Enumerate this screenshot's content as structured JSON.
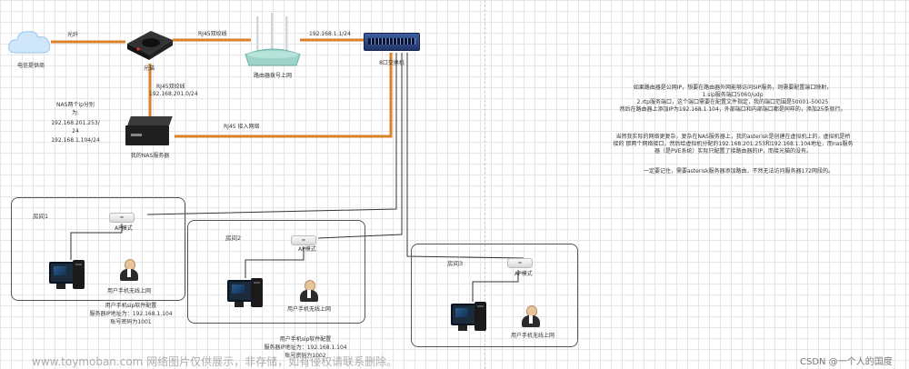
{
  "nodes": {
    "isp": {
      "label": "电信提供商"
    },
    "modem": {
      "label": "光猫"
    },
    "wifi_router": {
      "label": "路由器拨号上网"
    },
    "switch": {
      "label": "8口交换机"
    },
    "nas": {
      "label": "我的NAS服务器"
    }
  },
  "links": {
    "fiber": "光纤",
    "rj45_twisted_top": "RJ45双绞线",
    "subnet_1": "192.168.1.1/24",
    "rj45_twisted_mid": "RJ45双绞线",
    "subnet_201": "192.168.201.0/24",
    "rj45_into_network": "RJ45    接入网络"
  },
  "nas_ip_note": [
    "NAS两个ip分别",
    "为:",
    "192.168.201.253/",
    "24",
    "192.168.1.104/24"
  ],
  "rooms": [
    {
      "label": "房间1",
      "ap_label": "AP模式",
      "phone_label": "用户手机无线上网",
      "caption": [
        "用户手机sip软件配置",
        "服务器IP地址为：192.168.1.104",
        "账号密码为1001"
      ]
    },
    {
      "label": "房间2",
      "ap_label": "AP模式",
      "phone_label": "用户手机无线上网",
      "caption": [
        "用户手机sip软件配置",
        "服务器IP地址为：192.168.1.104",
        "账号密码为1002"
      ]
    },
    {
      "label": "房间3",
      "ap_label": "AP模式",
      "phone_label": "用户手机无线上网",
      "caption": []
    }
  ],
  "notes": {
    "paragraph1": [
      "如果路由器是公网IP，想要在路由器外网能够访问SIP服务，则需要配置端口映射，",
      "1.sip服务端口5060/udp",
      "2.rtp服务端口，这个端口需要在配置文件指定，我的端口范围是50001-50025",
      "然后在路由器上添加IP为192.168.1.104，外部端口和内部端口都是同样的，添加25条就行。"
    ],
    "paragraph2": [
      "当然我实际的网络更复杂，复杂在NAS服务器上，我的asterisk是创建在虚拟机上的，虚拟机是桥",
      "接的 那两个网络接口，然后给虚拟机分配的192.168.201.253和192.168.1.104地址，而nas服务",
      "器（是PVE系统）实际只配置了接路由器的IP，而接光猫的没有。"
    ],
    "paragraph3": [
      "一定要记住，需要asterisk服务器添加路由，不然无法访问服务器172网段的。"
    ]
  },
  "watermark": "www.toymoban.com 网络图片仅供展示，非存储，如有侵权请联系删除。",
  "credit": "CSDN @一个人的国度",
  "colors": {
    "cable": "#d9822b",
    "wire": "#333333"
  }
}
